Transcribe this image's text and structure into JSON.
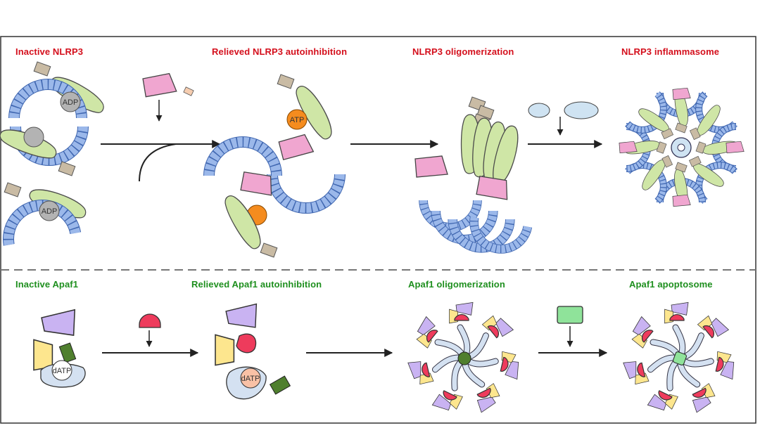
{
  "colors": {
    "nlrp3_title": "#d40f1c",
    "apaf1_title": "#1e8f1e",
    "lrr": "#7b9fdc",
    "nacht": "#cfe6a6",
    "pyd": "#c9bba4",
    "nbd": "#f0a6d0",
    "atp": "#f58c1e",
    "adp": "#b3b3b3",
    "apaf_purple": "#c9b3f2",
    "apaf_yellow": "#fde68e",
    "apaf_blue": "#d4e1f1",
    "apaf_green": "#4f7f2e",
    "cytc_red": "#ee3b5c",
    "datp": "#f9c1a6",
    "asc": "#cfe3f2",
    "trigger": "#8fe39a"
  },
  "top_panel": {
    "titles": {
      "inactive": "Inactive NLRP3",
      "relieved": "Relieved NLRP3 autoinhibition",
      "oligomerization": "NLRP3 oligomerization",
      "inflammasome": "NLRP3 inflammasome"
    },
    "labels": {
      "adp": "ADP",
      "atp": "ATP"
    }
  },
  "bottom_panel": {
    "titles": {
      "inactive": "Inactive Apaf1",
      "relieved": "Relieved Apaf1 autoinhibition",
      "oligomerization": "Apaf1 oligomerization",
      "apoptosome": "Apaf1 apoptosome"
    },
    "labels": {
      "datp": "dATP"
    }
  }
}
